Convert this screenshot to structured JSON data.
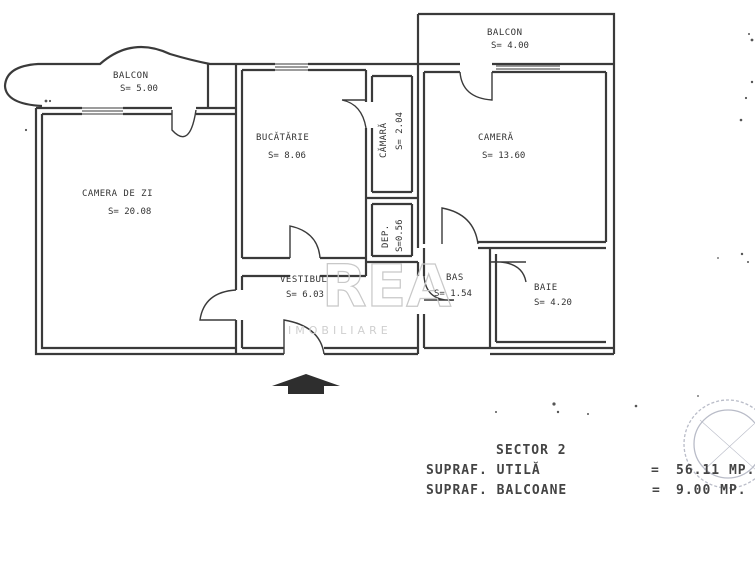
{
  "watermark": {
    "brand": "REA",
    "sub": "IMOBILIARE"
  },
  "rooms": [
    {
      "id": "balcon-left",
      "name": "BALCON",
      "area": "S= 5.00"
    },
    {
      "id": "balcon-right",
      "name": "BALCON",
      "area": "S= 4.00"
    },
    {
      "id": "camera-de-zi",
      "name": "CAMERA DE ZI",
      "area": "S= 20.08"
    },
    {
      "id": "bucatarie",
      "name": "BUCĂTĂRIE",
      "area": "S= 8.06"
    },
    {
      "id": "camara",
      "name": "CĂMARĂ",
      "area": "S= 2.04"
    },
    {
      "id": "dep",
      "name": "DEP.",
      "area": "S=0.56"
    },
    {
      "id": "camera",
      "name": "CAMERĂ",
      "area": "S= 13.60"
    },
    {
      "id": "vestibul",
      "name": "VESTIBUL",
      "area": "S= 6.03"
    },
    {
      "id": "bas",
      "name": "BAS",
      "area": "S= 1.54"
    },
    {
      "id": "baie",
      "name": "BAIE",
      "area": "S= 4.20"
    }
  ],
  "summary": {
    "sector": "SECTOR 2",
    "line1_label": "SUPRAF. UTILĂ",
    "line1_eq": "=",
    "line1_value": "56.11 MP.",
    "line2_label": "SUPRAF. BALCOANE",
    "line2_eq": "=",
    "line2_value": "9.00 MP."
  },
  "colors": {
    "wall": "#3a3a3a",
    "paper": "#ffffff",
    "stamp": "#b9bcc8",
    "watermark": "#c8c8c8"
  },
  "icons": {
    "entrance": "entrance-arrow-icon",
    "stamp": "notary-stamp-icon"
  }
}
